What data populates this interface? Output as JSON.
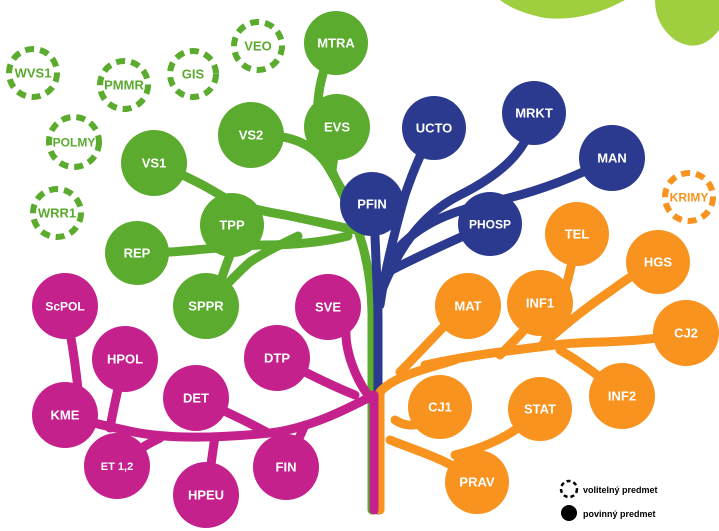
{
  "colors": {
    "green": "#5aab2e",
    "navy": "#2b3a8f",
    "orange": "#f7931e",
    "magenta": "#c4218d",
    "lime": "#9fcf3f",
    "black": "#000000"
  },
  "nodes": [
    {
      "id": "wvs1",
      "label": "WVS1",
      "group": "green",
      "kind": "elective"
    },
    {
      "id": "pmmr",
      "label": "PMMR",
      "group": "green",
      "kind": "elective"
    },
    {
      "id": "gis",
      "label": "GIS",
      "group": "green",
      "kind": "elective"
    },
    {
      "id": "veo",
      "label": "VEO",
      "group": "green",
      "kind": "elective"
    },
    {
      "id": "polmy",
      "label": "POLMY",
      "group": "green",
      "kind": "elective"
    },
    {
      "id": "wrr1",
      "label": "WRR1",
      "group": "green",
      "kind": "elective"
    },
    {
      "id": "mtra",
      "label": "MTRA",
      "group": "green",
      "kind": "mandatory"
    },
    {
      "id": "vs2",
      "label": "VS2",
      "group": "green",
      "kind": "mandatory"
    },
    {
      "id": "evs",
      "label": "EVS",
      "group": "green",
      "kind": "mandatory"
    },
    {
      "id": "vs1",
      "label": "VS1",
      "group": "green",
      "kind": "mandatory"
    },
    {
      "id": "tpp",
      "label": "TPP",
      "group": "green",
      "kind": "mandatory"
    },
    {
      "id": "rep",
      "label": "REP",
      "group": "green",
      "kind": "mandatory"
    },
    {
      "id": "sppr",
      "label": "SPPR",
      "group": "green",
      "kind": "mandatory"
    },
    {
      "id": "ucto",
      "label": "UCTO",
      "group": "navy",
      "kind": "mandatory"
    },
    {
      "id": "mrkt",
      "label": "MRKT",
      "group": "navy",
      "kind": "mandatory"
    },
    {
      "id": "man",
      "label": "MAN",
      "group": "navy",
      "kind": "mandatory"
    },
    {
      "id": "pfin",
      "label": "PFIN",
      "group": "navy",
      "kind": "mandatory"
    },
    {
      "id": "phosp",
      "label": "PHOSP",
      "group": "navy",
      "kind": "mandatory"
    },
    {
      "id": "krimy",
      "label": "KRIMY",
      "group": "orange",
      "kind": "elective"
    },
    {
      "id": "tel",
      "label": "TEL",
      "group": "orange",
      "kind": "mandatory"
    },
    {
      "id": "hgs",
      "label": "HGS",
      "group": "orange",
      "kind": "mandatory"
    },
    {
      "id": "mat",
      "label": "MAT",
      "group": "orange",
      "kind": "mandatory"
    },
    {
      "id": "inf1",
      "label": "INF1",
      "group": "orange",
      "kind": "mandatory"
    },
    {
      "id": "cj2",
      "label": "CJ2",
      "group": "orange",
      "kind": "mandatory"
    },
    {
      "id": "inf2",
      "label": "INF2",
      "group": "orange",
      "kind": "mandatory"
    },
    {
      "id": "cj1",
      "label": "CJ1",
      "group": "orange",
      "kind": "mandatory"
    },
    {
      "id": "stat",
      "label": "STAT",
      "group": "orange",
      "kind": "mandatory"
    },
    {
      "id": "prav",
      "label": "PRAV",
      "group": "orange",
      "kind": "mandatory"
    },
    {
      "id": "scpol",
      "label": "ScPOL",
      "group": "magenta",
      "kind": "mandatory"
    },
    {
      "id": "hpol",
      "label": "HPOL",
      "group": "magenta",
      "kind": "mandatory"
    },
    {
      "id": "kme",
      "label": "KME",
      "group": "magenta",
      "kind": "mandatory"
    },
    {
      "id": "det",
      "label": "DET",
      "group": "magenta",
      "kind": "mandatory"
    },
    {
      "id": "et12",
      "label": "ET 1,2",
      "group": "magenta",
      "kind": "mandatory"
    },
    {
      "id": "hpeu",
      "label": "HPEU",
      "group": "magenta",
      "kind": "mandatory"
    },
    {
      "id": "fin",
      "label": "FIN",
      "group": "magenta",
      "kind": "mandatory"
    },
    {
      "id": "dtp",
      "label": "DTP",
      "group": "magenta",
      "kind": "mandatory"
    },
    {
      "id": "sve",
      "label": "SVE",
      "group": "magenta",
      "kind": "mandatory"
    }
  ],
  "legend": {
    "elective_label": "volitelný predmet",
    "mandatory_label": "povinný predmet"
  }
}
